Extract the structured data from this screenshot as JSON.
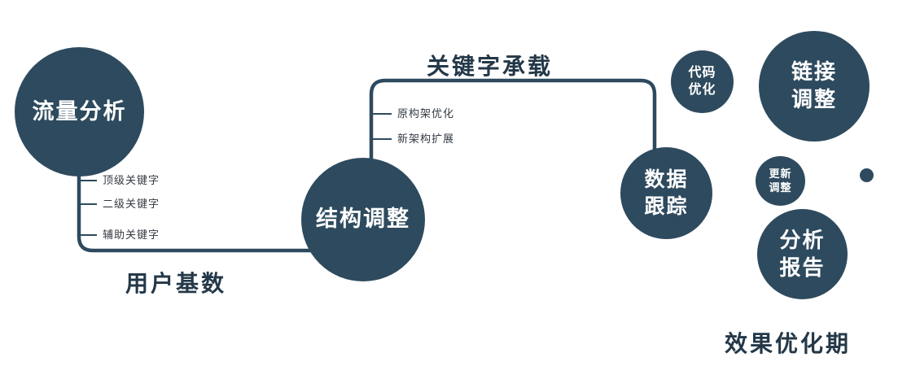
{
  "colors": {
    "node": "#2e4a5e",
    "line": "#2e4a5e",
    "label": "#243848",
    "branch_label": "#333a42",
    "bg": "#ffffff"
  },
  "nodes": {
    "traffic": {
      "label": "流量分析"
    },
    "structure": {
      "label": "结构调整"
    },
    "tracking": {
      "line1": "数据",
      "line2": "跟踪"
    },
    "code": {
      "line1": "代码",
      "line2": "优化"
    },
    "link": {
      "line1": "链接",
      "line2": "调整"
    },
    "update": {
      "line1": "更新",
      "line2": "调整"
    },
    "report": {
      "line1": "分析",
      "line2": "报告"
    }
  },
  "edges": {
    "user_base_label": "用户基数",
    "keyword_carry_label": "关键字承载"
  },
  "branches": {
    "traffic": [
      {
        "label": "顶级关键字"
      },
      {
        "label": "二级关键字"
      },
      {
        "label": "辅助关键字"
      }
    ],
    "structure": [
      {
        "label": "原构架优化"
      },
      {
        "label": "新架构扩展"
      }
    ]
  },
  "caption": "效果优化期"
}
